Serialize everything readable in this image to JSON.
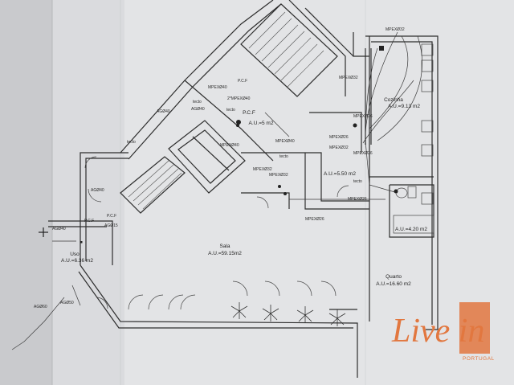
{
  "plan": {
    "rooms": [
      {
        "id": "sala",
        "name": "Sala",
        "area": "A.U.=59.15m2"
      },
      {
        "id": "quarto",
        "name": "Quarto",
        "area": "A.U.=16.60 m2"
      },
      {
        "id": "uso",
        "name": "Uso",
        "area": "A.U.=6.36 m2"
      },
      {
        "id": "cozinha",
        "name": "Cozinha",
        "area": "A.U.=9.13 m2"
      },
      {
        "id": "bathroom",
        "name": "",
        "area": "A.U.=5.50 m2"
      },
      {
        "id": "hall-pcf",
        "name": "P.C.F",
        "area": "A.U.=5 m2"
      },
      {
        "id": "wc-small",
        "name": "",
        "area": "A.U.=4.20 m2"
      }
    ],
    "tags": {
      "mpexd32_top": "MPEXØ32",
      "mpexd32_a": "MPEXØ32",
      "mpexd40_a": "MPEXØ40",
      "mpexd40_b": "MPEXØ40",
      "mpexd40_c": "MPEXØ40",
      "mpexd40_d": "2*MPEXØ40",
      "mpexd26_a": "MPEXØ26",
      "mpexd26_b": "MPEXØ26",
      "mpexd26_c": "MPEXØ26",
      "mpexd26_d": "MPEXØ26",
      "mpexd32_b": "MPEXØ32",
      "mpexd32_c": "MPEXØ32",
      "mpexd32_d": "MPEXØ32",
      "agd40_a": "AGØ40",
      "agd40_b": "AGØ40",
      "agd40_c": "AGØ40",
      "agd40_d": "AGØ40",
      "agd15": "AGØ15",
      "agd60": "AGØ60",
      "agd50": "AGØ50",
      "tecto_a": "tecto",
      "tecto_b": "tecto",
      "tecto_c": "tecto",
      "tecto_d": "tecto",
      "tecto_e": "tecto",
      "pcf_left": "P.C.F",
      "pcf_top": "P.C.F"
    }
  },
  "logo": {
    "wordmark": "Live in",
    "sub": "PORTUGAL",
    "accent_color": "#e2773f"
  }
}
